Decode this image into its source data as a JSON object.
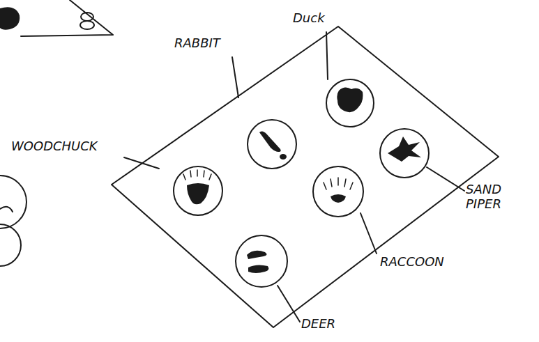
{
  "diagram": {
    "labels": [
      "Duck",
      "RABBIT",
      "WOODCHUCK",
      "SAND PIPER",
      "RACCOON",
      "DEER"
    ]
  }
}
